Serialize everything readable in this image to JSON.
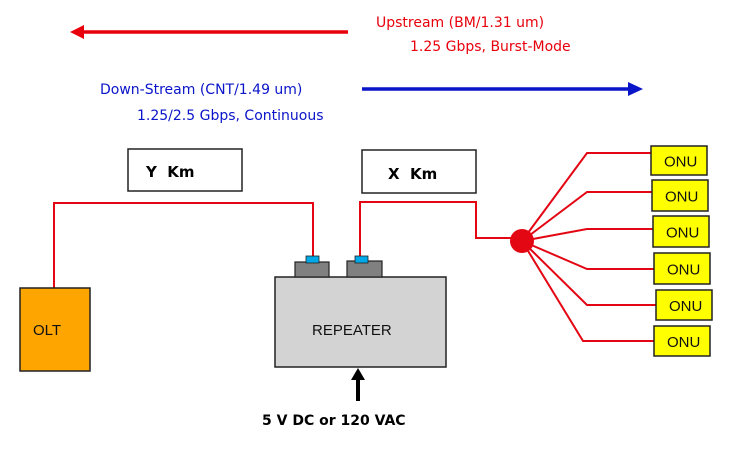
{
  "upstream": {
    "line1": "Upstream (BM/1.31 um)",
    "line2": "1.25 Gbps, Burst-Mode",
    "color": "#e8000b",
    "direction": "left"
  },
  "downstream": {
    "line1": "Down-Stream (CNT/1.49 um)",
    "line2": "1.25/2.5 Gbps, Continuous",
    "color": "#0a14c8",
    "direction": "right"
  },
  "spans": {
    "y_label": "Y  Km",
    "x_label": "X  Km"
  },
  "nodes": {
    "olt": {
      "label": "OLT",
      "color": "#ffa500"
    },
    "repeater": {
      "label": "REPEATER",
      "color": "#d3d3d3"
    },
    "splitter": {
      "color": "#e30613"
    },
    "onus": [
      {
        "label": "ONU"
      },
      {
        "label": "ONU"
      },
      {
        "label": "ONU"
      },
      {
        "label": "ONU"
      },
      {
        "label": "ONU"
      },
      {
        "label": "ONU"
      }
    ],
    "onu_color": "#ffff00"
  },
  "connector": {
    "body_color": "#808080",
    "port_color": "#00a8e8"
  },
  "fiber_color": "#e30613",
  "power": {
    "label": "5 V DC or 120 VAC"
  }
}
